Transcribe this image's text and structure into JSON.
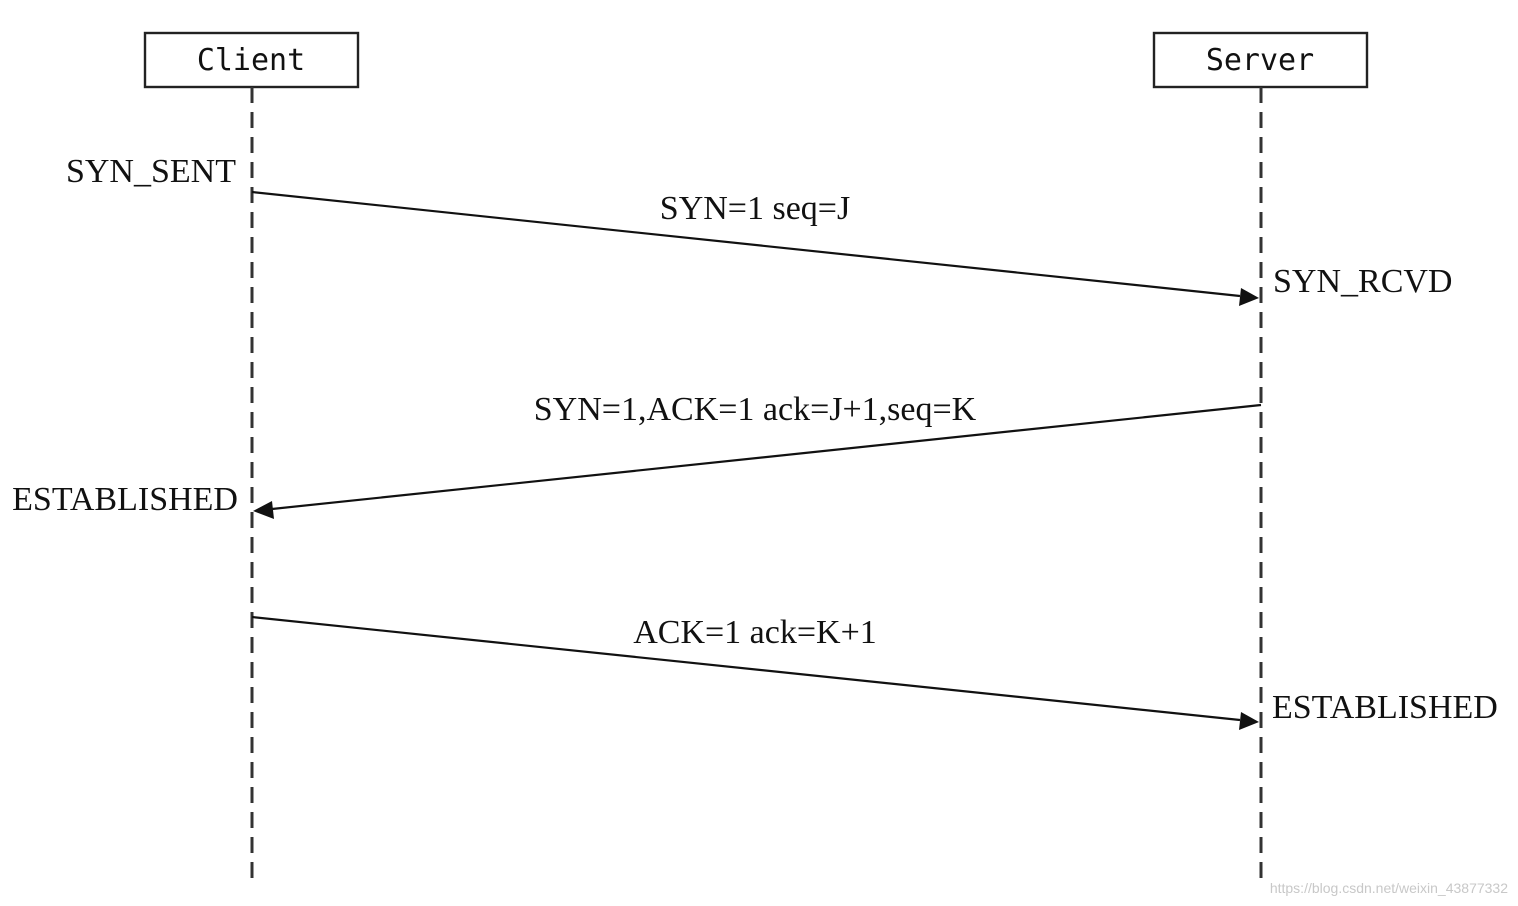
{
  "actors": {
    "client": "Client",
    "server": "Server"
  },
  "states": {
    "client_syn_sent": "SYN_SENT",
    "server_syn_rcvd": "SYN_RCVD",
    "client_established": "ESTABLISHED",
    "server_established": "ESTABLISHED"
  },
  "messages": {
    "syn": "SYN=1 seq=J",
    "syn_ack": "SYN=1,ACK=1 ack=J+1,seq=K",
    "ack": "ACK=1 ack=K+1"
  },
  "watermark": "https://blog.csdn.net/weixin_43877332"
}
